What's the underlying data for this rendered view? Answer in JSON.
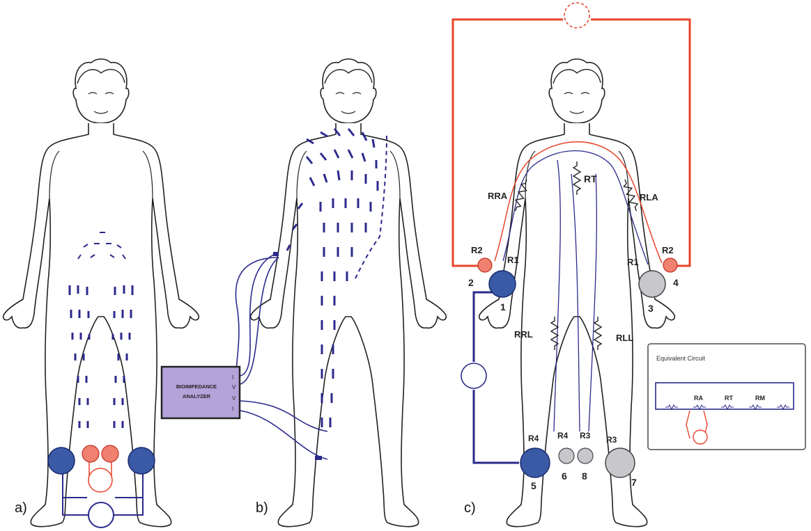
{
  "panels": {
    "a": {
      "label": "a)"
    },
    "b": {
      "label": "b)",
      "analyzer_line1": "BIOIMPEDANCE",
      "analyzer_line2": "ANALYZER",
      "ports": [
        "I",
        "V",
        "V",
        "I"
      ]
    },
    "c": {
      "label": "c)",
      "resistors": {
        "rt": "RT",
        "rra": "RRA",
        "rla": "RLA",
        "rrl": "RRL",
        "rll": "RLL"
      },
      "contact_labels": {
        "r1_right": "R1",
        "r2_right": "R2",
        "r1_left": "R1",
        "r2_left": "R2",
        "r4_a": "R4",
        "r3_a": "R3",
        "r4_b": "R4",
        "r3_b": "R3"
      },
      "electrodes": [
        "1",
        "2",
        "3",
        "4",
        "5",
        "6",
        "7",
        "8"
      ],
      "inset": {
        "title": "Equivalent Circuit",
        "labels": [
          "RA",
          "RT",
          "RM"
        ]
      }
    }
  },
  "colors": {
    "body_outline": "#222222",
    "current": "#2b2a8c",
    "voltage": "#e8442a",
    "blue_electrode": "#3a5aa6",
    "red_electrode": "#f08070",
    "gray_electrode": "#c8c8cc",
    "analyzer_fill": "#b3a3d9"
  }
}
